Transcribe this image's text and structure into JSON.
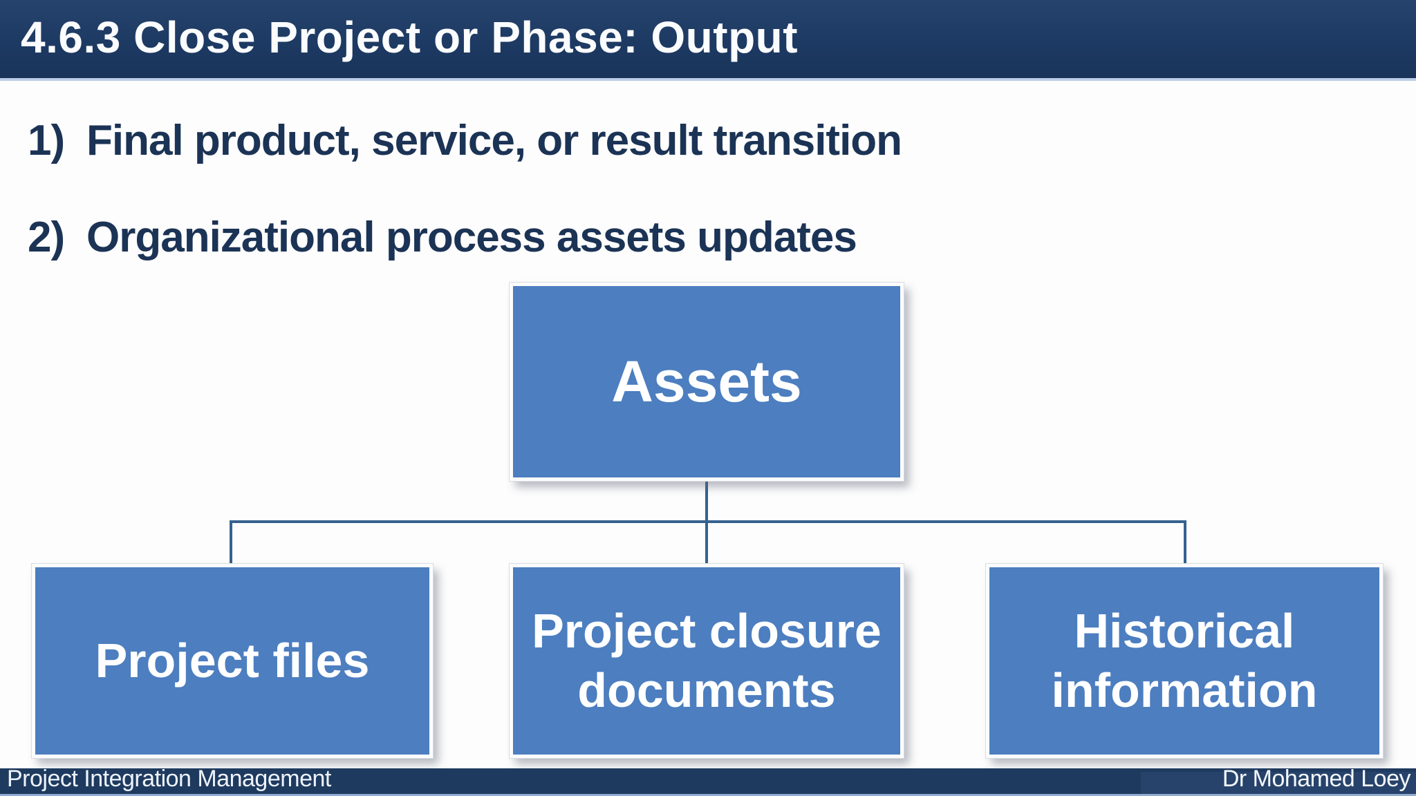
{
  "title": "4.6.3 Close Project or Phase: Output",
  "list": [
    {
      "num": "1)",
      "text": "Final product, service, or result transition"
    },
    {
      "num": "2)",
      "text": "Organizational process assets updates"
    }
  ],
  "diagram": {
    "root": {
      "label": "Assets"
    },
    "children": [
      {
        "line1": "Project files",
        "line2": ""
      },
      {
        "line1": "Project closure",
        "line2": "documents"
      },
      {
        "line1": "Historical",
        "line2": "information"
      }
    ]
  },
  "footer": {
    "left": "Project Integration Management",
    "right": "Dr Mohamed Loey"
  },
  "colors": {
    "header_navy": "#1d3a63",
    "footer_navy": "#1e3a5f",
    "footer_right_panel": "#27436b",
    "box_blue": "#4c7ec0",
    "connector_blue": "#35618f",
    "body_text_navy": "#1b3355",
    "header_bottom_strip": "#b9cde7",
    "footer_bottom_strip": "#93abce",
    "text_white": "#ffffff"
  }
}
